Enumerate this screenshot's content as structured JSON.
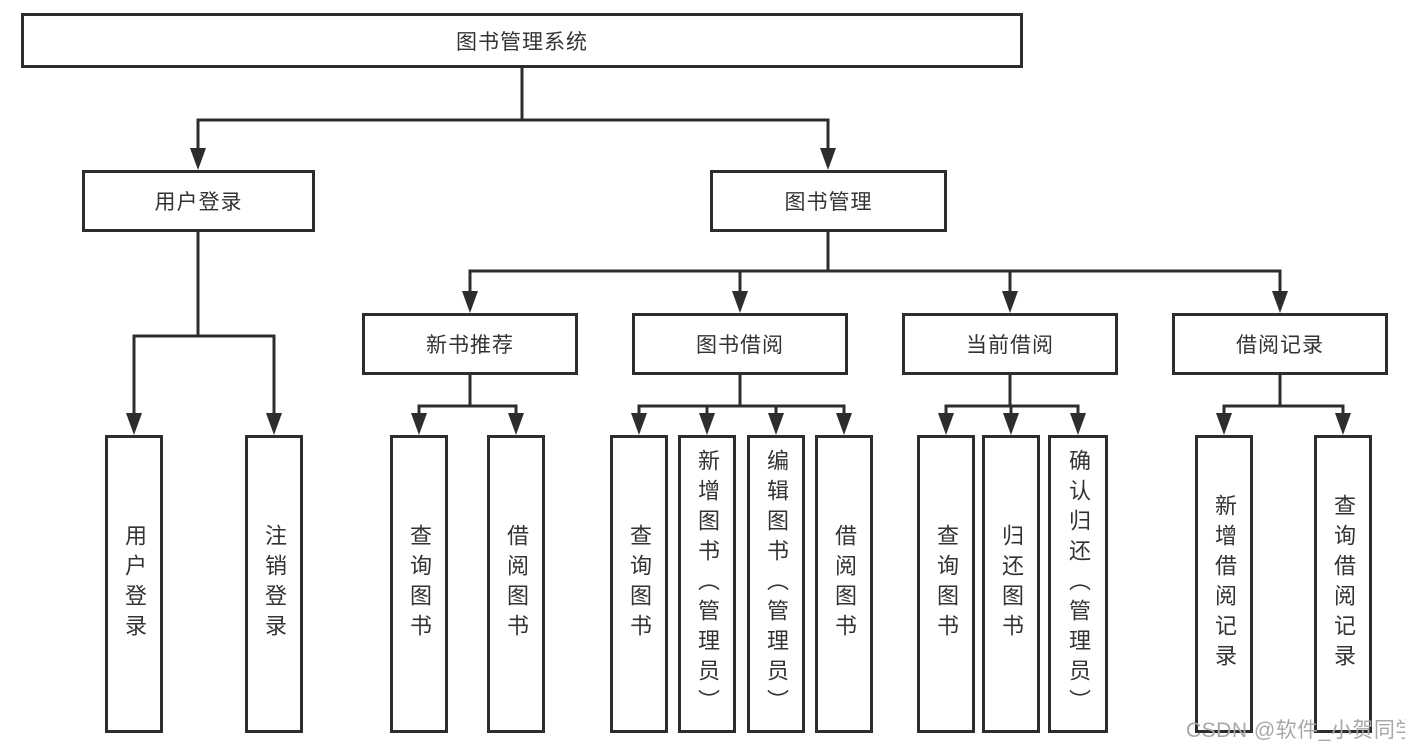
{
  "tree": {
    "label": "图书管理系统",
    "children": [
      {
        "label": "用户登录",
        "children": [
          {
            "label": "用户登录"
          },
          {
            "label": "注销登录"
          }
        ]
      },
      {
        "label": "图书管理",
        "children": [
          {
            "label": "新书推荐",
            "children": [
              {
                "label": "查询图书"
              },
              {
                "label": "借阅图书"
              }
            ]
          },
          {
            "label": "图书借阅",
            "children": [
              {
                "label": "查询图书"
              },
              {
                "label": "新增图书（管理员）"
              },
              {
                "label": "编辑图书（管理员）"
              },
              {
                "label": "借阅图书"
              }
            ]
          },
          {
            "label": "当前借阅",
            "children": [
              {
                "label": "查询图书"
              },
              {
                "label": "归还图书"
              },
              {
                "label": "确认归还（管理员）"
              }
            ]
          },
          {
            "label": "借阅记录",
            "children": [
              {
                "label": "新增借阅记录"
              },
              {
                "label": "查询借阅记录"
              }
            ]
          }
        ]
      }
    ]
  },
  "watermark": "CSDN @软件_小贺同学",
  "colors": {
    "line": "#2d2d2d",
    "text": "#333333",
    "background": "#ffffff",
    "watermark": "#a8a8a8"
  }
}
